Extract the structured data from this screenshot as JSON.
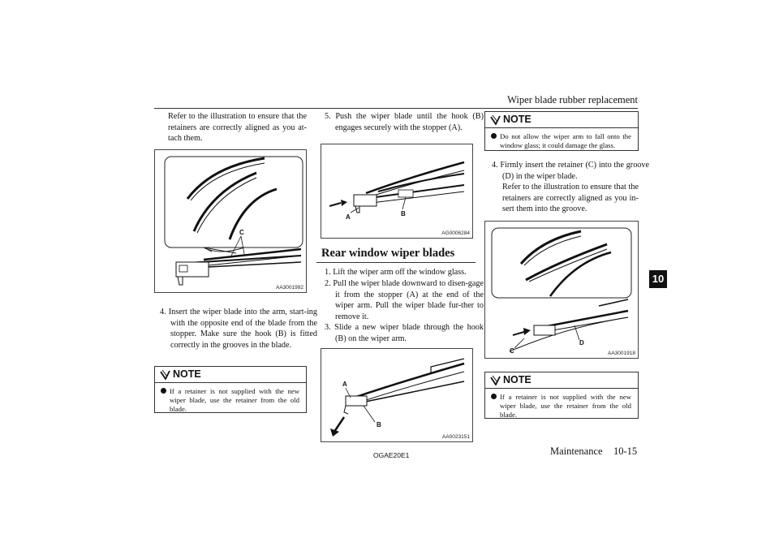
{
  "header": {
    "title": "Wiper blade rubber replacement",
    "tab": "10"
  },
  "col1": {
    "intro": "Refer to the illustration to ensure that the retainers are correctly aligned as you at-tach them.",
    "fig1": {
      "code": "AA3001992",
      "label_c": "C"
    },
    "step4": "4. Insert the wiper blade into the arm, start-ing with the opposite end of the blade from the stopper. Make sure the hook (B) is fitted correctly in the grooves in the blade.",
    "note": {
      "title": "NOTE",
      "text": "If a retainer is not supplied with the new wiper blade, use the retainer from the old blade."
    }
  },
  "col2": {
    "step5": "5. Push the wiper blade until the hook (B) engages securely with the stopper (A).",
    "fig2": {
      "code": "AG0006284",
      "label_a": "A",
      "label_b": "B"
    },
    "section_title": "Rear window wiper blades",
    "steps": [
      "1. Lift the wiper arm off the window glass.",
      "2. Pull the wiper blade downward to disen-gage it from the stopper (A) at the end of the wiper arm. Pull the wiper blade fur-ther to remove it.",
      "3. Slide a new wiper blade through the hook (B) on the wiper arm."
    ],
    "fig3": {
      "code": "AA0023151",
      "label_a": "A",
      "label_b": "B"
    }
  },
  "col3": {
    "note1": {
      "title": "NOTE",
      "text": "Do not allow the wiper arm to fall onto the window glass; it could damage the glass."
    },
    "step4": "4. Firmly insert the retainer (C) into the groove (D) in the wiper blade.",
    "step4_more": "Refer to the illustration to ensure that the retainers are correctly aligned as you in-sert them into the groove.",
    "fig4": {
      "code": "AA3001918",
      "label_c": "C",
      "label_d": "D"
    },
    "note2": {
      "title": "NOTE",
      "text": "If a retainer is not supplied with the new wiper blade, use the retainer from the old blade."
    }
  },
  "footer": {
    "code": "OGAE20E1",
    "section": "Maintenance",
    "page": "10-15"
  }
}
